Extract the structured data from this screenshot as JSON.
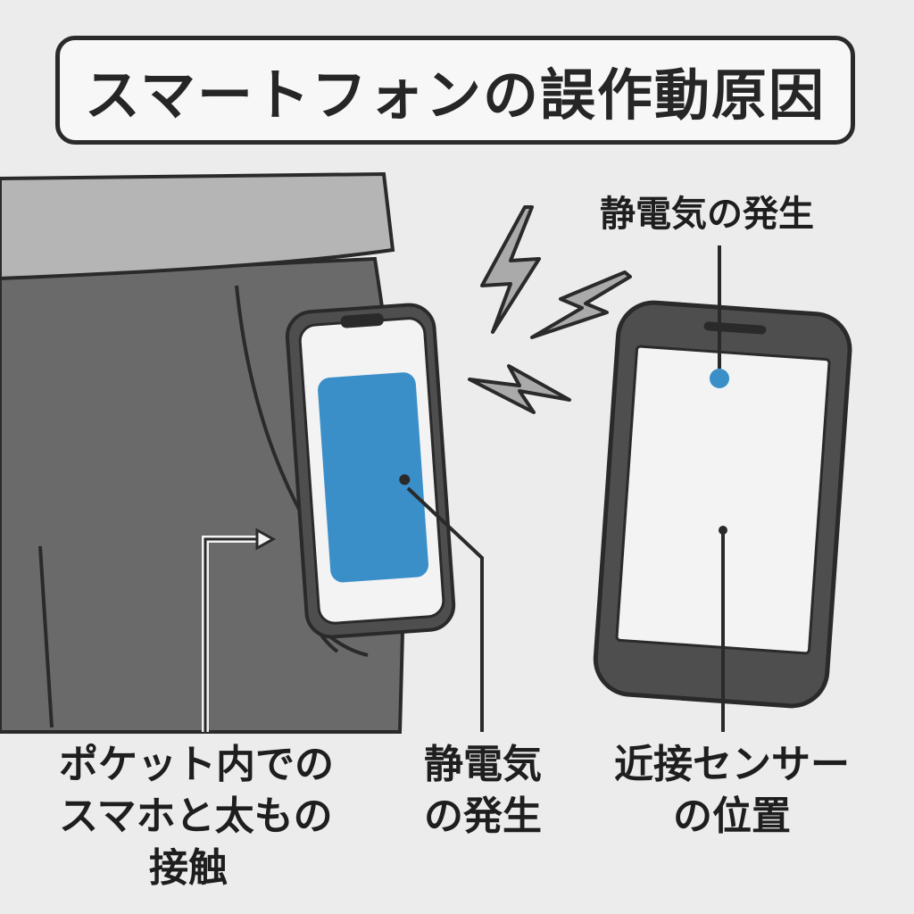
{
  "title": "スマートフォンの誤作動原因",
  "labels": {
    "top_right": "静電気の発生",
    "pocket": [
      "ポケット内での",
      "スマホと太もの",
      "接触"
    ],
    "static": [
      "静電気",
      "の発生"
    ],
    "sensor": [
      "近接センサー",
      "の位置"
    ]
  },
  "colors": {
    "accent_blue": "#3a8fc9",
    "outline": "#2a2a2a",
    "pants": "#6a6a6a",
    "background": "#ececec"
  },
  "icons": [
    "lightning-bolt-icon",
    "smartphone-icon",
    "arrow-icon"
  ]
}
